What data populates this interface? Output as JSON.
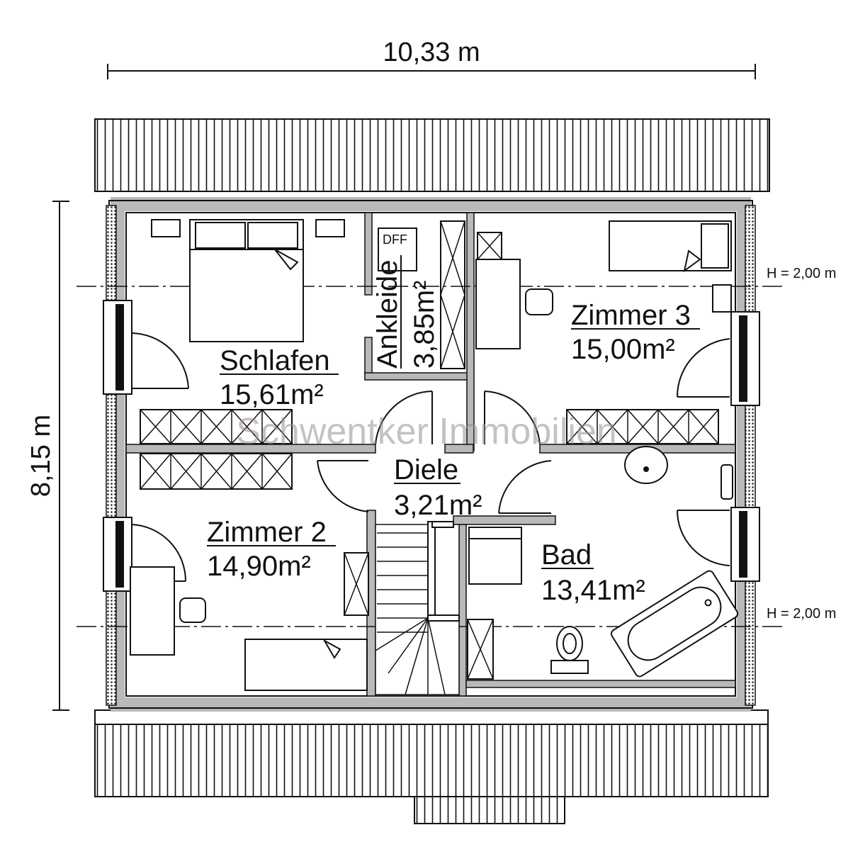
{
  "dimensions": {
    "width": "10,33 m",
    "height": "8,15 m"
  },
  "height_marks": {
    "upper": "H = 2,00 m",
    "lower": "H = 2,00 m"
  },
  "rooms": {
    "schlafen": {
      "name": "Schlafen",
      "area": "15,61m²"
    },
    "ankleide": {
      "name": "Ankleide",
      "area": "3,85m²"
    },
    "zimmer3": {
      "name": "Zimmer 3",
      "area": "15,00m²"
    },
    "diele": {
      "name": "Diele",
      "area": "3,21m²"
    },
    "zimmer2": {
      "name": "Zimmer 2",
      "area": "14,90m²"
    },
    "bad": {
      "name": "Bad",
      "area": "13,41m²"
    }
  },
  "labels": {
    "dff": "DFF"
  },
  "watermark": "Schwentker Immobilien"
}
